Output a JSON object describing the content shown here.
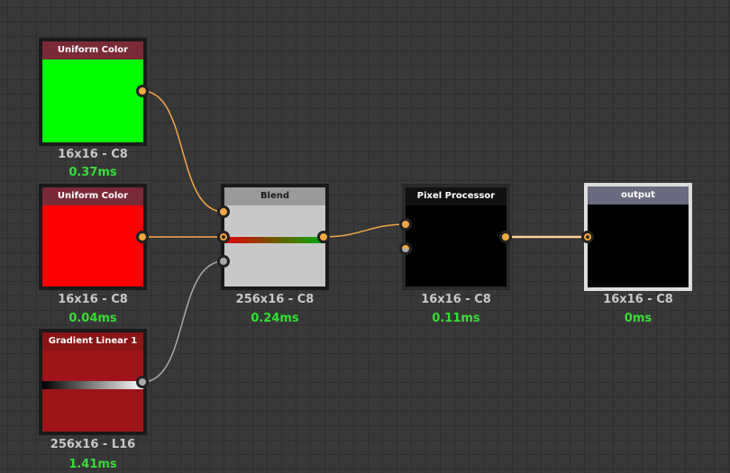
{
  "graph": {
    "nodes": [
      {
        "id": "uniform1",
        "title": "Uniform Color",
        "size": "16x16 - C8",
        "time": "0.37ms",
        "thumb_color": "#00ff00",
        "header_color": "#7a2a36"
      },
      {
        "id": "uniform2",
        "title": "Uniform Color",
        "size": "16x16 - C8",
        "time": "0.04ms",
        "thumb_color": "#ff0000",
        "header_color": "#7a2a36"
      },
      {
        "id": "gradient",
        "title": "Gradient Linear 1",
        "size": "256x16 - L16",
        "time": "1.41ms",
        "thumb_color": "#9e1418",
        "header_color": "#8a1515"
      },
      {
        "id": "blend",
        "title": "Blend",
        "size": "256x16 - C8",
        "time": "0.24ms",
        "thumb_color": "#c8c8c8",
        "header_color": "#9a9a9a"
      },
      {
        "id": "pixel",
        "title": "Pixel Processor",
        "size": "16x16 - C8",
        "time": "0.11ms",
        "thumb_color": "#000000",
        "header_color": "#111111"
      },
      {
        "id": "output",
        "title": "output",
        "size": "16x16 - C8",
        "time": "0ms",
        "thumb_color": "#000000",
        "header_color": "#6a6a80"
      }
    ]
  },
  "colors": {
    "wire_orange": "#f5a742",
    "wire_gray": "#a9a9a9",
    "time_green": "#33e033",
    "size_text": "#c8c8c8"
  }
}
